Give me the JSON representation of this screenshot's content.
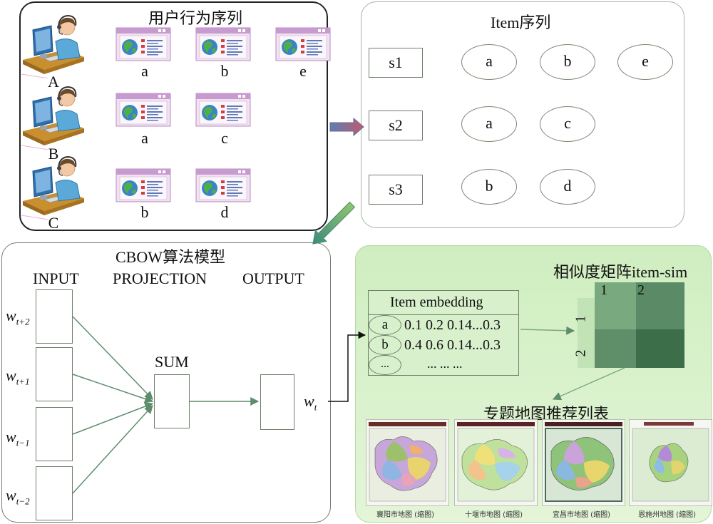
{
  "behavior": {
    "title": "用户行为序列",
    "users": [
      {
        "name": "A",
        "items": [
          "a",
          "b",
          "e"
        ]
      },
      {
        "name": "B",
        "items": [
          "a",
          "c"
        ]
      },
      {
        "name": "C",
        "items": [
          "b",
          "d"
        ]
      }
    ]
  },
  "sequence": {
    "title": "Item序列",
    "rows": [
      {
        "label": "s1",
        "items": [
          "a",
          "b",
          "e"
        ]
      },
      {
        "label": "s2",
        "items": [
          "a",
          "c"
        ]
      },
      {
        "label": "s3",
        "items": [
          "b",
          "d"
        ]
      }
    ]
  },
  "cbow": {
    "title": "CBOW算法模型",
    "input_label": "INPUT",
    "projection_label": "PROJECTION",
    "output_label": "OUTPUT",
    "sum_label": "SUM",
    "inputs": [
      {
        "base": "w",
        "sub": "t+2"
      },
      {
        "base": "w",
        "sub": "t+1"
      },
      {
        "base": "w",
        "sub": "t−1"
      },
      {
        "base": "w",
        "sub": "t−2"
      }
    ],
    "output": {
      "base": "w",
      "sub": "t"
    }
  },
  "result": {
    "matrix_title": "相似度矩阵item-sim",
    "matrix_cols": [
      "1",
      "2"
    ],
    "matrix_rows": [
      "1",
      "2"
    ],
    "embedding": {
      "title": "Item embedding",
      "rows": [
        {
          "key": "a",
          "values": "0.1 0.2 0.14...0.3"
        },
        {
          "key": "b",
          "values": "0.4 0.6 0.14...0.3"
        },
        {
          "key": "...",
          "values": "... ... ..."
        }
      ]
    },
    "list_title": "专题地图推荐列表",
    "maps": [
      "襄阳市地图 (缩图)",
      "十堰市地图 (缩图)",
      "宜昌市地图 (缩图)",
      "恩施州地图 (缩图)"
    ]
  },
  "colors": {
    "panel_border": "#222222",
    "sequence_border": "#a9b3a2",
    "result_bg": "#d6efc9",
    "arrow_green": "#5f8c6d",
    "matrix_dark": "#3d6e4a",
    "matrix_mid": "#5a8a66",
    "matrix_light": "#8fbf93"
  }
}
